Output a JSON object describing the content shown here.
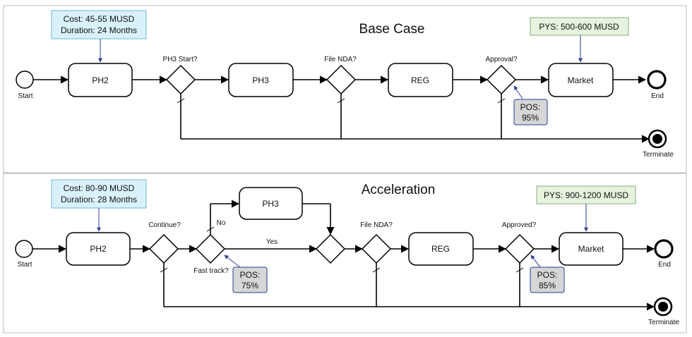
{
  "base_case": {
    "title": "Base Case",
    "cost_note": {
      "line1": "Cost: 45-55 MUSD",
      "line2": "Duration: 24 Months"
    },
    "pys_note": "PYS: 500-600 MUSD",
    "start": "Start",
    "end": "End",
    "terminate": "Terminate",
    "tasks": {
      "ph2": "PH2",
      "ph3": "PH3",
      "reg": "REG",
      "market": "Market"
    },
    "gateways": {
      "ph3_start": "PH3 Start?",
      "file_nda": "File NDA?",
      "approval": "Approval?"
    },
    "pos": {
      "line1": "POS:",
      "line2": "95%"
    }
  },
  "acceleration": {
    "title": "Acceleration",
    "cost_note": {
      "line1": "Cost: 80-90 MUSD",
      "line2": "Duration: 28 Months"
    },
    "pys_note": "PYS: 900-1200 MUSD",
    "start": "Start",
    "end": "End",
    "terminate": "Terminate",
    "tasks": {
      "ph2": "PH2",
      "ph3": "PH3",
      "reg": "REG",
      "market": "Market"
    },
    "gateways": {
      "continue": "Continue?",
      "fast_track": "Fast track?",
      "file_nda": "File NDA?",
      "approved": "Approved?"
    },
    "flow_labels": {
      "no": "No",
      "yes": "Yes"
    },
    "pos1": {
      "line1": "POS:",
      "line2": "75%"
    },
    "pos2": {
      "line1": "POS:",
      "line2": "85%"
    }
  },
  "colors": {
    "cost_fill": "#d9f1fb",
    "cost_stroke": "#6fb7d6",
    "pys_fill": "#e6f3df",
    "pys_stroke": "#8aab7c",
    "pos_fill": "#d6d6d6",
    "pos_stroke": "#2a3f8f"
  }
}
